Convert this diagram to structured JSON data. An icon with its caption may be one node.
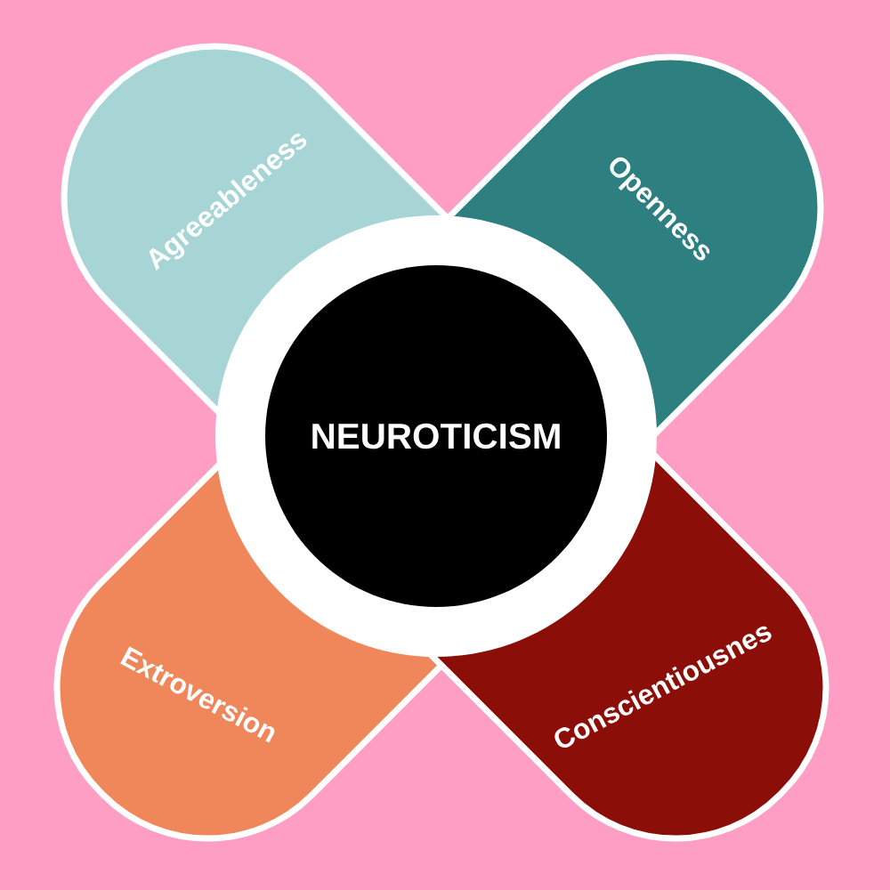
{
  "diagram": {
    "nodes": [
      {
        "text": [
          "Agreeableness"
        ]
      },
      {
        "text": [
          "Openness"
        ]
      },
      {
        "text": [
          "NEUROTICISM"
        ]
      },
      {
        "text": [
          "Extroversion"
        ]
      },
      {
        "text": [
          "Conscientiousnes"
        ]
      }
    ]
  }
}
